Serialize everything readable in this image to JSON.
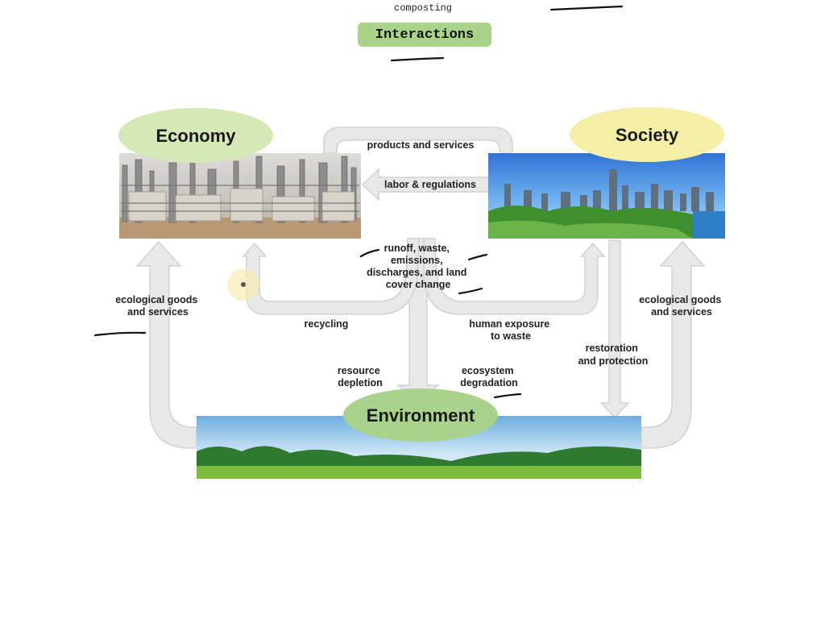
{
  "header": {
    "note": "composting",
    "title": "Interactions"
  },
  "nodes": {
    "economy": "Economy",
    "society": "Society",
    "environment": "Environment"
  },
  "flows": {
    "products_services": "products and services",
    "labor_regulations": "labor & regulations",
    "runoff": [
      "runoff, waste,",
      "emissions,",
      "discharges, and land",
      "cover change"
    ],
    "recycling": "recycling",
    "human_exposure": [
      "human exposure",
      "to waste"
    ],
    "resource_depletion": [
      "resource",
      "depletion"
    ],
    "ecosystem_degradation": [
      "ecosystem",
      "degradation"
    ],
    "restoration": [
      "restoration",
      "and protection"
    ],
    "eco_goods_left": [
      "ecological goods",
      "and services"
    ],
    "eco_goods_right": [
      "ecological goods",
      "and services"
    ]
  },
  "colors": {
    "economy_oval": "#d6e8b6",
    "society_oval": "#f5efa6",
    "environment_oval": "#a9d38a",
    "arrow_fill": "#e8e8e8",
    "arrow_stroke": "#d2d2d2",
    "title_pill": "#a8d389",
    "annotation_ink": "#111111"
  }
}
